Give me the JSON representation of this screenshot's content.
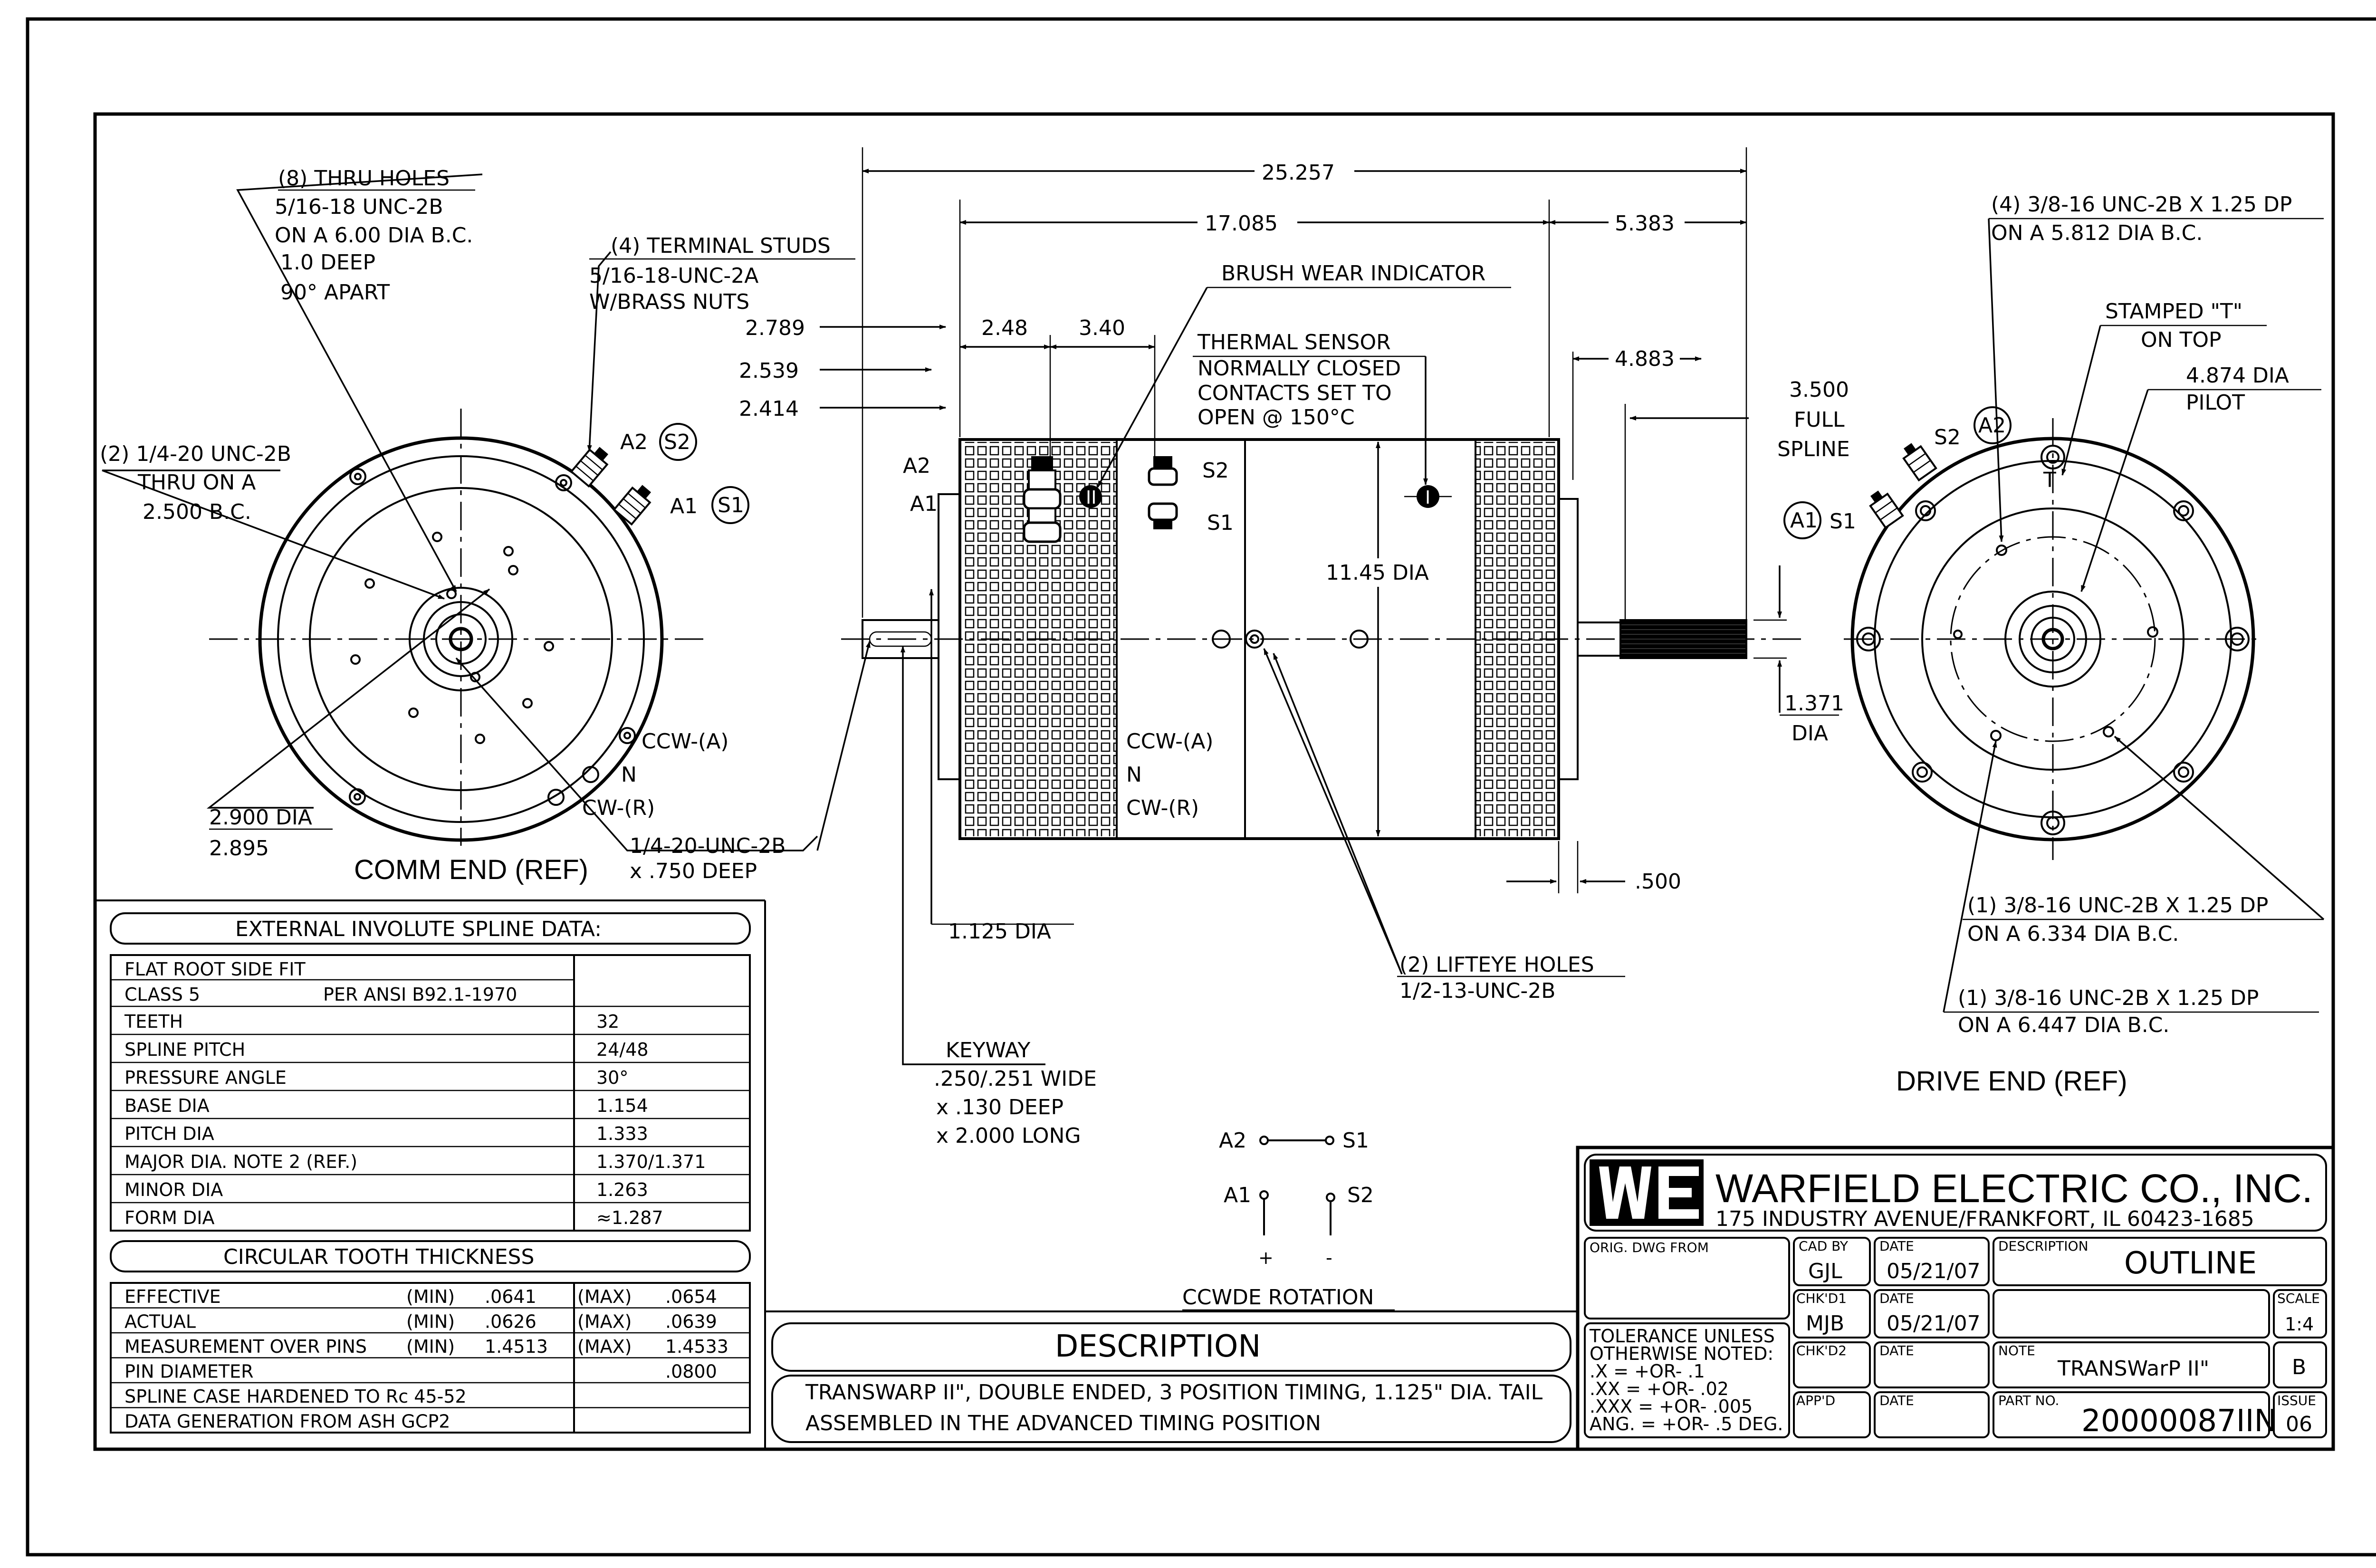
{
  "comm_end": {
    "title": "COMM END (REF)",
    "callouts": {
      "thru_holes_title": "(8) THRU HOLES",
      "thru_holes_1": "5/16-18 UNC-2B",
      "thru_holes_2": "ON A 6.00 DIA B.C.",
      "thru_holes_3": "1.0 DEEP",
      "thru_holes_4": "90° APART",
      "studs_title": "(4) TERMINAL STUDS",
      "studs_1": "5/16-18-UNC-2A",
      "studs_2": "W/BRASS NUTS",
      "holes_1": "(2) 1/4-20 UNC-2B",
      "holes_2": "THRU ON A",
      "holes_3": "2.500 B.C.",
      "dia_1": "2.900 DIA",
      "dia_2": "2.895",
      "tap_1": "1/4-20-UNC-2B",
      "tap_2": "x .750 DEEP",
      "a2": "A2",
      "s2": "S2",
      "a1": "A1",
      "s1": "S1",
      "ccw": "CCW-(A)",
      "n": "N",
      "cw": "CW-(R)"
    }
  },
  "side_view": {
    "dim_overall": "25.257",
    "dim_body": "17.085",
    "dim_right": "5.383",
    "dim_2_789": "2.789",
    "dim_2_539": "2.539",
    "dim_2_414": "2.414",
    "dim_2_48": "2.48",
    "dim_3_40": "3.40",
    "dim_4_883": "4.883",
    "brush": "BRUSH WEAR INDICATOR",
    "thermal_1": "THERMAL SENSOR",
    "thermal_2": "NORMALLY CLOSED",
    "thermal_3": "CONTACTS SET TO",
    "thermal_4": "OPEN @ 150°C",
    "spline_1": "3.500",
    "spline_2": "FULL",
    "spline_3": "SPLINE",
    "dia_1145": "11.45 DIA",
    "dia_1371_1": "1.371",
    "dia_1371_2": "DIA",
    "dim_500": ".500",
    "a2": "A2",
    "a1": "A1",
    "s2": "S2",
    "s1": "S1",
    "ccw": "CCW-(A)",
    "n": "N",
    "cw": "CW-(R)",
    "shaft_dia": "1.125 DIA",
    "lift_1": "(2) LIFTEYE HOLES",
    "lift_2": "1/2-13-UNC-2B",
    "keyway_1": "KEYWAY",
    "keyway_2": ".250/.251 WIDE",
    "keyway_3": "x .130 DEEP",
    "keyway_4": "x 2.000 LONG",
    "roman_1": "I",
    "roman_2": "II"
  },
  "rotation": {
    "a2": "A2",
    "s1": "S1",
    "a1": "A1",
    "s2": "S2",
    "plus": "+",
    "minus": "-",
    "label": "CCWDE ROTATION"
  },
  "drive_end": {
    "title": "DRIVE END (REF)",
    "c1_1": "(4) 3/8-16 UNC-2B X 1.25 DP",
    "c1_2": "ON A 5.812 DIA B.C.",
    "stamp_1": "STAMPED \"T\"",
    "stamp_2": "ON TOP",
    "pilot_1": "4.874 DIA",
    "pilot_2": "PILOT",
    "c2_1": "(1) 3/8-16 UNC-2B X 1.25 DP",
    "c2_2": "ON A 6.334 DIA B.C.",
    "c3_1": "(1) 3/8-16 UNC-2B X 1.25 DP",
    "c3_2": "ON A 6.447 DIA B.C.",
    "s2": "S2",
    "a2": "A2",
    "a1": "A1",
    "s1": "S1",
    "t": "T"
  },
  "spline_table": {
    "title": "EXTERNAL INVOLUTE SPLINE DATA:",
    "row0": "FLAT ROOT SIDE FIT",
    "row1a": "CLASS 5",
    "row1b": "PER ANSI B92.1-1970",
    "rows": [
      {
        "label": "TEETH",
        "value": "32"
      },
      {
        "label": "SPLINE PITCH",
        "value": "24/48"
      },
      {
        "label": "PRESSURE ANGLE",
        "value": "30°"
      },
      {
        "label": "BASE DIA",
        "value": "1.154"
      },
      {
        "label": "PITCH DIA",
        "value": "1.333"
      },
      {
        "label": "MAJOR DIA. NOTE 2 (REF.)",
        "value": "1.370/1.371"
      },
      {
        "label": "MINOR DIA",
        "value": "1.263"
      },
      {
        "label": "FORM DIA",
        "value": "≈1.287"
      }
    ]
  },
  "tooth_table": {
    "title": "CIRCULAR TOOTH THICKNESS",
    "rows": [
      {
        "label": "EFFECTIVE",
        "min_tag": "(MIN)",
        "min": ".0641",
        "max_tag": "(MAX)",
        "max": ".0654"
      },
      {
        "label": "ACTUAL",
        "min_tag": "(MIN)",
        "min": ".0626",
        "max_tag": "(MAX)",
        "max": ".0639"
      },
      {
        "label": "MEASUREMENT OVER PINS",
        "min_tag": "(MIN)",
        "min": "1.4513",
        "max_tag": "(MAX)",
        "max": "1.4533"
      },
      {
        "label": "PIN DIAMETER",
        "min_tag": "",
        "min": "",
        "max_tag": "",
        "max": ".0800"
      },
      {
        "label": "SPLINE CASE HARDENED TO Rc 45-52",
        "min_tag": "",
        "min": "",
        "max_tag": "",
        "max": ""
      },
      {
        "label": "DATA GENERATION FROM ASH GCP2",
        "min_tag": "",
        "min": "",
        "max_tag": "",
        "max": ""
      }
    ]
  },
  "description": {
    "title": "DESCRIPTION",
    "line1": "TRANSWARP II\", DOUBLE ENDED, 3 POSITION TIMING, 1.125\" DIA. TAIL",
    "line2": "ASSEMBLED IN THE ADVANCED TIMING POSITION"
  },
  "title_block": {
    "company": "WARFIELD ELECTRIC CO., INC.",
    "address": "175 INDUSTRY AVENUE/FRANKFORT, IL 60423-1685",
    "orig_label": "ORIG. DWG FROM",
    "cad_label": "CAD BY",
    "cad_value": "GJL",
    "date_label": "DATE",
    "date1": "05/21/07",
    "desc_label": "DESCRIPTION",
    "desc_value": "OUTLINE",
    "chk1_label": "CHK'D1",
    "chk1_value": "MJB",
    "date2": "05/21/07",
    "scale_label": "SCALE",
    "scale_value": "1:4",
    "tol_1": "TOLERANCE UNLESS",
    "tol_2": "OTHERWISE NOTED:",
    "tol_3": ".X    = +OR- .1",
    "tol_4": ".XX   = +OR- .02",
    "tol_5": ".XXX  = +OR- .005",
    "tol_6": "ANG. = +OR- .5 DEG.",
    "chk2_label": "CHK'D2",
    "note_label": "NOTE",
    "note_value": "TRANSWarP II\"",
    "rev_value": "B",
    "app_label": "APP'D",
    "part_label": "PART NO.",
    "part_value": "20000087IIN",
    "issue_label": "ISSUE",
    "issue_value": "06"
  }
}
